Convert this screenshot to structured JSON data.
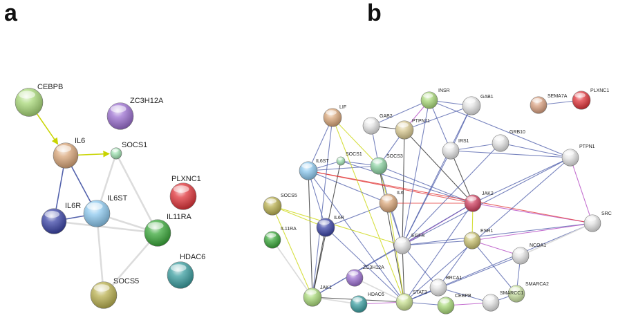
{
  "panels": {
    "a": {
      "label": "a",
      "nodes": [
        {
          "id": "CEBPB",
          "color": "#a8d878"
        },
        {
          "id": "ZC3H12A",
          "color": "#9b6fd0"
        },
        {
          "id": "IL6",
          "color": "#d9a679"
        },
        {
          "id": "SOCS1",
          "color": "#9ee0b0"
        },
        {
          "id": "PLXNC1",
          "color": "#e0343a"
        },
        {
          "id": "IL6R",
          "color": "#3b44a6"
        },
        {
          "id": "IL6ST",
          "color": "#8cc8ee"
        },
        {
          "id": "IL11RA",
          "color": "#3aa83a"
        },
        {
          "id": "HDAC6",
          "color": "#3b9ea0"
        },
        {
          "id": "SOCS5",
          "color": "#b9b050"
        }
      ],
      "edges": [
        {
          "source": "CEBPB",
          "target": "IL6",
          "type": "activation",
          "color": "#c8d400"
        },
        {
          "source": "IL6",
          "target": "SOCS1",
          "type": "activation",
          "color": "#c8d400"
        },
        {
          "source": "IL6",
          "target": "IL6R",
          "type": "binding",
          "color": "#4a5aa8"
        },
        {
          "source": "IL6",
          "target": "IL6ST",
          "type": "binding",
          "color": "#4a5aa8"
        },
        {
          "source": "IL6R",
          "target": "IL6ST",
          "type": "binding",
          "color": "#4a5aa8"
        },
        {
          "source": "SOCS1",
          "target": "IL6ST",
          "type": "association",
          "color": "#d8d8d8"
        },
        {
          "source": "SOCS1",
          "target": "IL11RA",
          "type": "association",
          "color": "#d8d8d8"
        },
        {
          "source": "IL6R",
          "target": "IL11RA",
          "type": "association",
          "color": "#d8d8d8"
        },
        {
          "source": "IL6ST",
          "target": "IL11RA",
          "type": "association",
          "color": "#d8d8d8"
        },
        {
          "source": "IL6ST",
          "target": "SOCS5",
          "type": "association",
          "color": "#d8d8d8"
        },
        {
          "source": "IL11RA",
          "target": "SOCS5",
          "type": "association",
          "color": "#d8d8d8"
        }
      ]
    },
    "b": {
      "label": "b",
      "nodes": [
        {
          "id": "INSR",
          "color": "#a8d878"
        },
        {
          "id": "GAB1",
          "color": "#e4e4e4"
        },
        {
          "id": "SEMA7A",
          "color": "#d9a080"
        },
        {
          "id": "PLXNC1",
          "color": "#e0343a"
        },
        {
          "id": "LIF",
          "color": "#d9a679"
        },
        {
          "id": "GAB2",
          "color": "#e4e4e4"
        },
        {
          "id": "PTPN11",
          "color": "#d8c890"
        },
        {
          "id": "IRS1",
          "color": "#e4e4e4"
        },
        {
          "id": "GRB10",
          "color": "#e4e4e4"
        },
        {
          "id": "PTPN1",
          "color": "#e4e4e4"
        },
        {
          "id": "IL6ST",
          "color": "#8cc8ee"
        },
        {
          "id": "SOCS1",
          "color": "#9ee0b0"
        },
        {
          "id": "SOCS3",
          "color": "#8ad0a0"
        },
        {
          "id": "IL6",
          "color": "#d9a679"
        },
        {
          "id": "JAK2",
          "color": "#d04060"
        },
        {
          "id": "SOCS5",
          "color": "#b9b050"
        },
        {
          "id": "SRC",
          "color": "#e4e4e4"
        },
        {
          "id": "IL11RA",
          "color": "#3aa83a"
        },
        {
          "id": "IL6R",
          "color": "#3b44a6"
        },
        {
          "id": "EGFR",
          "color": "#e4e4e4"
        },
        {
          "id": "ESR1",
          "color": "#c8c070"
        },
        {
          "id": "NCOA1",
          "color": "#e4e4e4"
        },
        {
          "id": "ZC3H12A",
          "color": "#9b6fd0"
        },
        {
          "id": "BRCA1",
          "color": "#e4e4e4"
        },
        {
          "id": "SMARCA2",
          "color": "#c8e0a0"
        },
        {
          "id": "JAK1",
          "color": "#a8d878"
        },
        {
          "id": "HDAC6",
          "color": "#3b9ea0"
        },
        {
          "id": "STAT3",
          "color": "#c8e090"
        },
        {
          "id": "CEBPB",
          "color": "#a8d878"
        },
        {
          "id": "SMARCC1",
          "color": "#e4e4e4"
        }
      ],
      "edges": [
        {
          "source": "SEMA7A",
          "target": "PLXNC1",
          "color": "#4a5aa8"
        },
        {
          "source": "LIF",
          "target": "IL6ST",
          "color": "#4a5aa8"
        },
        {
          "source": "LIF",
          "target": "SOCS3",
          "color": "#c8d400"
        },
        {
          "source": "GAB2",
          "target": "PTPN11",
          "color": "#222222"
        },
        {
          "source": "GAB2",
          "target": "SOCS3",
          "color": "#4a5aa8"
        },
        {
          "source": "GAB2",
          "target": "INSR",
          "color": "#4a5aa8"
        },
        {
          "source": "INSR",
          "target": "IRS1",
          "color": "#4a5aa8"
        },
        {
          "source": "INSR",
          "target": "PTPN11",
          "color": "#b040c0"
        },
        {
          "source": "INSR",
          "target": "GAB1",
          "color": "#4a5aa8"
        },
        {
          "source": "GAB1",
          "target": "PTPN11",
          "color": "#4a5aa8"
        },
        {
          "source": "GAB1",
          "target": "IRS1",
          "color": "#4a5aa8"
        },
        {
          "source": "IRS1",
          "target": "GRB10",
          "color": "#4a5aa8"
        },
        {
          "source": "IRS1",
          "target": "JAK2",
          "color": "#222222"
        },
        {
          "source": "GRB10",
          "target": "PTPN1",
          "color": "#4a5aa8"
        },
        {
          "source": "PTPN1",
          "target": "SRC",
          "color": "#b040c0"
        },
        {
          "source": "PTPN1",
          "target": "JAK2",
          "color": "#4a5aa8"
        },
        {
          "source": "PTPN1",
          "target": "EGFR",
          "color": "#4a5aa8"
        },
        {
          "source": "PTPN11",
          "target": "JAK2",
          "color": "#222222"
        },
        {
          "source": "PTPN11",
          "target": "SOCS3",
          "color": "#4a5aa8"
        },
        {
          "source": "PTPN11",
          "target": "EGFR",
          "color": "#222222"
        },
        {
          "source": "IL6ST",
          "target": "SOCS1",
          "color": "#4a5aa8"
        },
        {
          "source": "IL6ST",
          "target": "SOCS3",
          "color": "#4a5aa8"
        },
        {
          "source": "IL6ST",
          "target": "IL6R",
          "color": "#4a5aa8"
        },
        {
          "source": "IL6ST",
          "target": "JAK1",
          "color": "#222222"
        },
        {
          "source": "IL6ST",
          "target": "IL6",
          "color": "#4a5aa8"
        },
        {
          "source": "IL6ST",
          "target": "STAT3",
          "color": "#4a5aa8"
        },
        {
          "source": "SOCS1",
          "target": "SOCS3",
          "color": "#4a5aa8"
        },
        {
          "source": "SOCS1",
          "target": "JAK2",
          "color": "#4a5aa8"
        },
        {
          "source": "SOCS1",
          "target": "JAK1",
          "color": "#222222"
        },
        {
          "source": "SOCS3",
          "target": "IL6",
          "color": "#c8d400"
        },
        {
          "source": "SOCS3",
          "target": "JAK2",
          "color": "#4a5aa8"
        },
        {
          "source": "SOCS3",
          "target": "STAT3",
          "color": "#222222"
        },
        {
          "source": "SOCS3",
          "target": "EGFR",
          "color": "#4a5aa8"
        },
        {
          "source": "IL6",
          "target": "IL6R",
          "color": "#4a5aa8"
        },
        {
          "source": "IL6",
          "target": "STAT3",
          "color": "#c8d400"
        },
        {
          "source": "IL6",
          "target": "JAK2",
          "color": "#e03030"
        },
        {
          "source": "IL6",
          "target": "EGFR",
          "color": "#4a5aa8"
        },
        {
          "source": "JAK2",
          "target": "STAT3",
          "color": "#4a5aa8"
        },
        {
          "source": "JAK2",
          "target": "EGFR",
          "color": "#b040c0"
        },
        {
          "source": "JAK2",
          "target": "ESR1",
          "color": "#c8d400"
        },
        {
          "source": "JAK2",
          "target": "SRC",
          "color": "#b040c0"
        },
        {
          "source": "JAK2",
          "target": "JAK1",
          "color": "#4a5aa8"
        },
        {
          "source": "JAK2",
          "target": "IL6ST",
          "color": "#e03030"
        },
        {
          "source": "SRC",
          "target": "EGFR",
          "color": "#4a5aa8"
        },
        {
          "source": "SRC",
          "target": "ESR1",
          "color": "#b040c0"
        },
        {
          "source": "SRC",
          "target": "STAT3",
          "color": "#4a5aa8"
        },
        {
          "source": "SRC",
          "target": "IL6ST",
          "color": "#e03030"
        },
        {
          "source": "SOCS5",
          "target": "IL6R",
          "color": "#c8d400"
        },
        {
          "source": "SOCS5",
          "target": "EGFR",
          "color": "#c8d400"
        },
        {
          "source": "SOCS5",
          "target": "JAK1",
          "color": "#c8d400"
        },
        {
          "source": "IL6R",
          "target": "JAK1",
          "color": "#222222"
        },
        {
          "source": "IL6R",
          "target": "STAT3",
          "color": "#4a5aa8"
        },
        {
          "source": "IL11RA",
          "target": "JAK1",
          "color": "#d8d8d8"
        },
        {
          "source": "EGFR",
          "target": "STAT3",
          "color": "#222222"
        },
        {
          "source": "EGFR",
          "target": "ESR1",
          "color": "#4a5aa8"
        },
        {
          "source": "EGFR",
          "target": "JAK1",
          "color": "#4a5aa8"
        },
        {
          "source": "EGFR",
          "target": "BRCA1",
          "color": "#4a5aa8"
        },
        {
          "source": "ESR1",
          "target": "NCOA1",
          "color": "#b040c0"
        },
        {
          "source": "ESR1",
          "target": "BRCA1",
          "color": "#4a5aa8"
        },
        {
          "source": "ESR1",
          "target": "SMARCA2",
          "color": "#4a5aa8"
        },
        {
          "source": "NCOA1",
          "target": "STAT3",
          "color": "#4a5aa8"
        },
        {
          "source": "NCOA1",
          "target": "SMARCA2",
          "color": "#4a5aa8"
        },
        {
          "source": "BRCA1",
          "target": "SMARCC1",
          "color": "#4a5aa8"
        },
        {
          "source": "BRCA1",
          "target": "STAT3",
          "color": "#4a5aa8"
        },
        {
          "source": "SMARCA2",
          "target": "SMARCC1",
          "color": "#4a5aa8"
        },
        {
          "source": "CEBPB",
          "target": "STAT3",
          "color": "#4a5aa8"
        },
        {
          "source": "CEBPB",
          "target": "SMARCC1",
          "color": "#b040c0"
        },
        {
          "source": "JAK1",
          "target": "STAT3",
          "color": "#222222"
        },
        {
          "source": "ZC3H12A",
          "target": "STAT3",
          "color": "#d8d8d8"
        },
        {
          "source": "HDAC6",
          "target": "STAT3",
          "color": "#b040c0"
        },
        {
          "source": "HDAC6",
          "target": "JAK1",
          "color": "#d8d8d8"
        },
        {
          "source": "LIF",
          "target": "JAK1",
          "color": "#4a5aa8"
        },
        {
          "source": "LIF",
          "target": "STAT3",
          "color": "#c8d400"
        },
        {
          "source": "GAB1",
          "target": "EGFR",
          "color": "#4a5aa8"
        },
        {
          "source": "INSR",
          "target": "EGFR",
          "color": "#4a5aa8"
        },
        {
          "source": "IRS1",
          "target": "EGFR",
          "color": "#4a5aa8"
        },
        {
          "source": "IRS1",
          "target": "PTPN1",
          "color": "#4a5aa8"
        },
        {
          "source": "GRB10",
          "target": "EGFR",
          "color": "#4a5aa8"
        },
        {
          "source": "INSR",
          "target": "PTPN1",
          "color": "#4a5aa8"
        },
        {
          "source": "SRC",
          "target": "NCOA1",
          "color": "#d8d8d8"
        },
        {
          "source": "PTPN1",
          "target": "STAT3",
          "color": "#4a5aa8"
        }
      ]
    }
  }
}
